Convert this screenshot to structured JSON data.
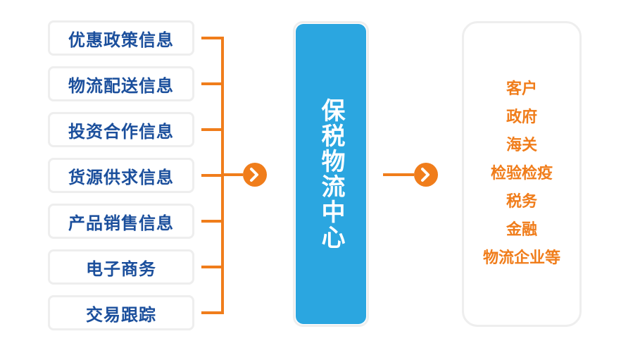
{
  "sources": [
    "优惠政策信息",
    "物流配送信息",
    "投资合作信息",
    "货源供求信息",
    "产品销售信息",
    "电子商务",
    "交易跟踪"
  ],
  "center": {
    "title": "保税物流中心"
  },
  "targets": [
    "客户",
    "政府",
    "海关",
    "检验检疫",
    "税务",
    "金融",
    "物流企业等"
  ],
  "colors": {
    "source_text": "#1b4f9c",
    "connector": "#f07d1b",
    "center_fill": "#2ba6e0",
    "target_text": "#f07d1b",
    "box_border": "#eeeeee"
  },
  "icons": {
    "arrow": "chevron-right-circle-icon"
  }
}
